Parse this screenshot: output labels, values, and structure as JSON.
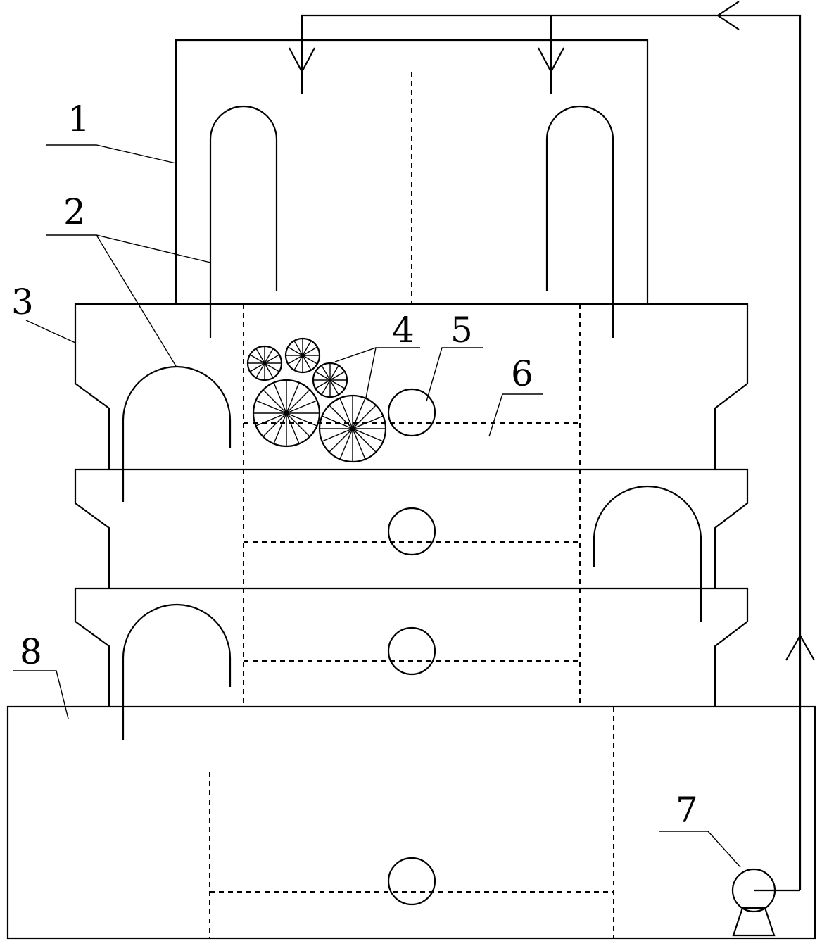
{
  "labels": {
    "l1": "1",
    "l2": "2",
    "l3": "3",
    "l4": "4",
    "l5": "5",
    "l6": "6",
    "l7": "7",
    "l8": "8"
  },
  "colors": {
    "stroke": "#000000",
    "background": "#ffffff"
  },
  "icons": {
    "pump": "pump-icon",
    "flow_arrow": "arrow-icon"
  }
}
